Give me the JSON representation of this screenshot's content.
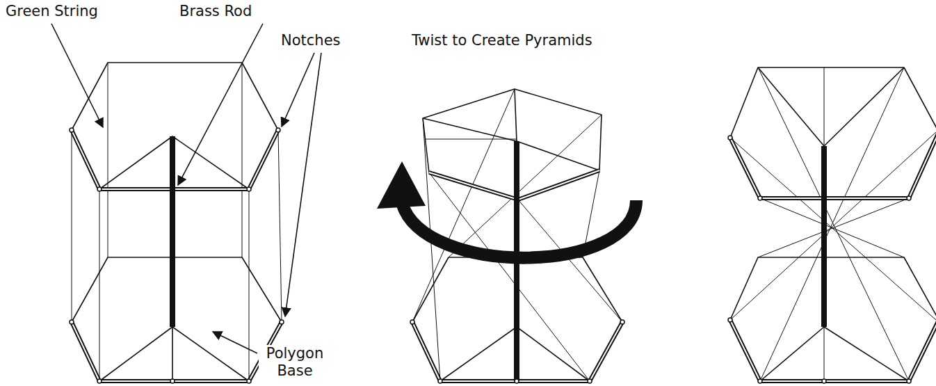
{
  "diagram": {
    "labels": [
      "Green String",
      "Brass Rod",
      "Notches",
      "Twist to Create Pyramids",
      "Polygon Base"
    ]
  }
}
